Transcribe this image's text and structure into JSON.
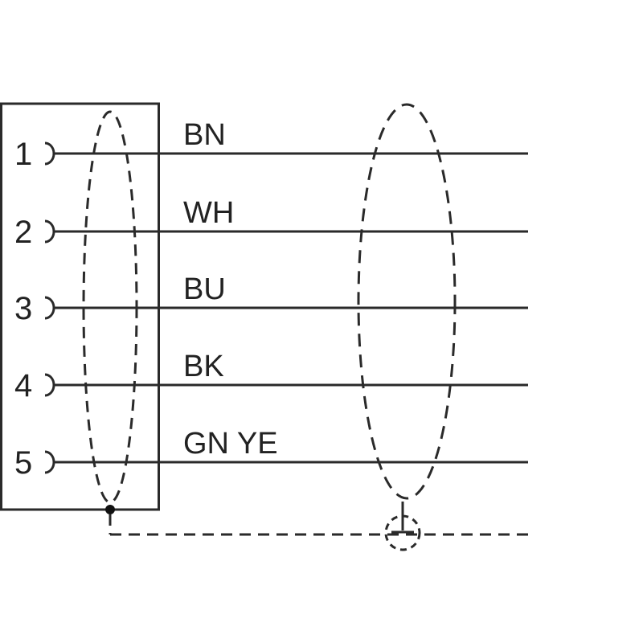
{
  "diagram": {
    "colors": {
      "line": "#2a2a2a",
      "background": "#ffffff"
    },
    "pins": [
      {
        "number": "1",
        "wire": "BN"
      },
      {
        "number": "2",
        "wire": "WH"
      },
      {
        "number": "3",
        "wire": "BU"
      },
      {
        "number": "4",
        "wire": "BK"
      },
      {
        "number": "5",
        "wire": "GN YE"
      }
    ],
    "icons": {
      "connector": "socket-contact-icon",
      "shield": "cable-shield-icon",
      "ground": "shield-ground-icon"
    }
  }
}
